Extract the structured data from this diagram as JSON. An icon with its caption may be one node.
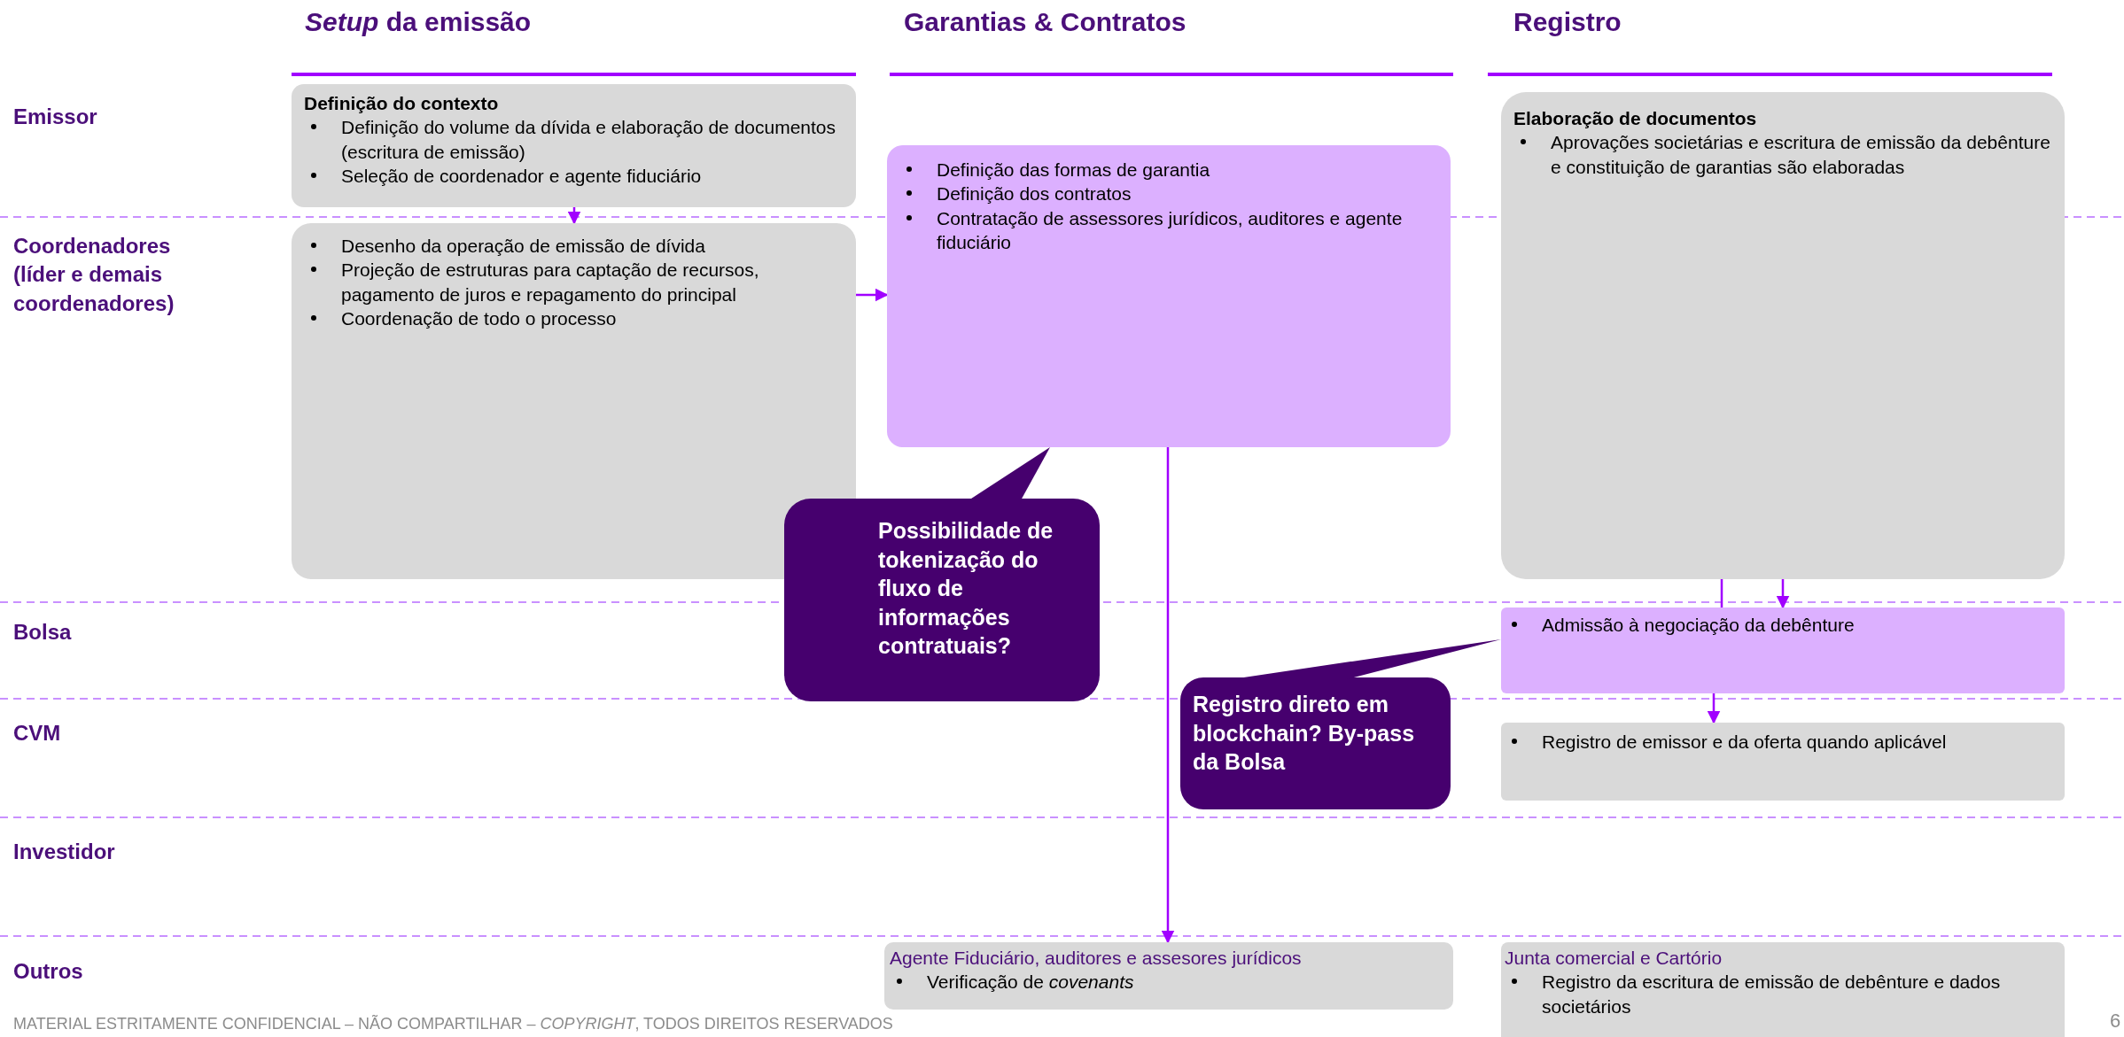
{
  "diagram": {
    "nodes": [
      {
        "text": [
          "Definição do contexto",
          "Definição do volume da dívida e elaboração de documentos (escritura de emissão)",
          "Seleção de coordenador e agente fiduciário"
        ]
      },
      {
        "text": [
          "Desenho da operação de emissão de dívida",
          "Projeção de estruturas para captação de recursos, pagamento de juros e repagamento do principal",
          "Coordenação de todo o processo"
        ]
      },
      {
        "text": [
          "Definição das formas de garantia",
          "Definição dos contratos",
          "Contratação de assessores jurídicos, auditores e agente fiduciário"
        ]
      },
      {
        "text": [
          "Elaboração de documentos",
          "Aprovações societárias e escritura de emissão da debênture e constituição de garantias são elaboradas"
        ]
      },
      {
        "text": [
          "Admissão à negociação da debênture"
        ]
      },
      {
        "text": [
          "Registro de emissor e da oferta quando aplicável"
        ]
      },
      {
        "text": [
          "Agente Fiduciário, auditores e assesores jurídicos",
          "Verificação de *covenants*"
        ]
      },
      {
        "text": [
          "Junta comercial e Cartório",
          "Registro da escritura de emissão de debênture e dados societários"
        ]
      },
      {
        "text": [
          "Possibilidade de tokenização do fluxo de informações contratuais?"
        ]
      },
      {
        "text": [
          "Registro direto em blockchain? By-pass da Bolsa"
        ]
      }
    ],
    "edges": [
      {
        "from": 0,
        "to": 1,
        "arrow": "to"
      },
      {
        "from": 1,
        "to": 2,
        "arrow": "to"
      },
      {
        "from": 2,
        "to": 6,
        "arrow": "to"
      },
      {
        "from": 3,
        "to": 4,
        "arrow": "none"
      },
      {
        "from": 3,
        "to": 4,
        "arrow": "to"
      },
      {
        "from": 4,
        "to": 5,
        "arrow": "to"
      }
    ],
    "labels": [
      "*Setup* da emissão",
      "Garantias & Contratos",
      "Registro",
      "Emissor",
      "Coordenadores (líder e demais coordenadores)",
      "Bolsa",
      "CVM",
      "Investidor",
      "Outros",
      "MATERIAL ESTRITAMENTE CONFIDENCIAL – NÃO COMPARTILHAR – *COPYRIGHT*, TODOS DIREITOS RESERVADOS",
      "6"
    ]
  }
}
